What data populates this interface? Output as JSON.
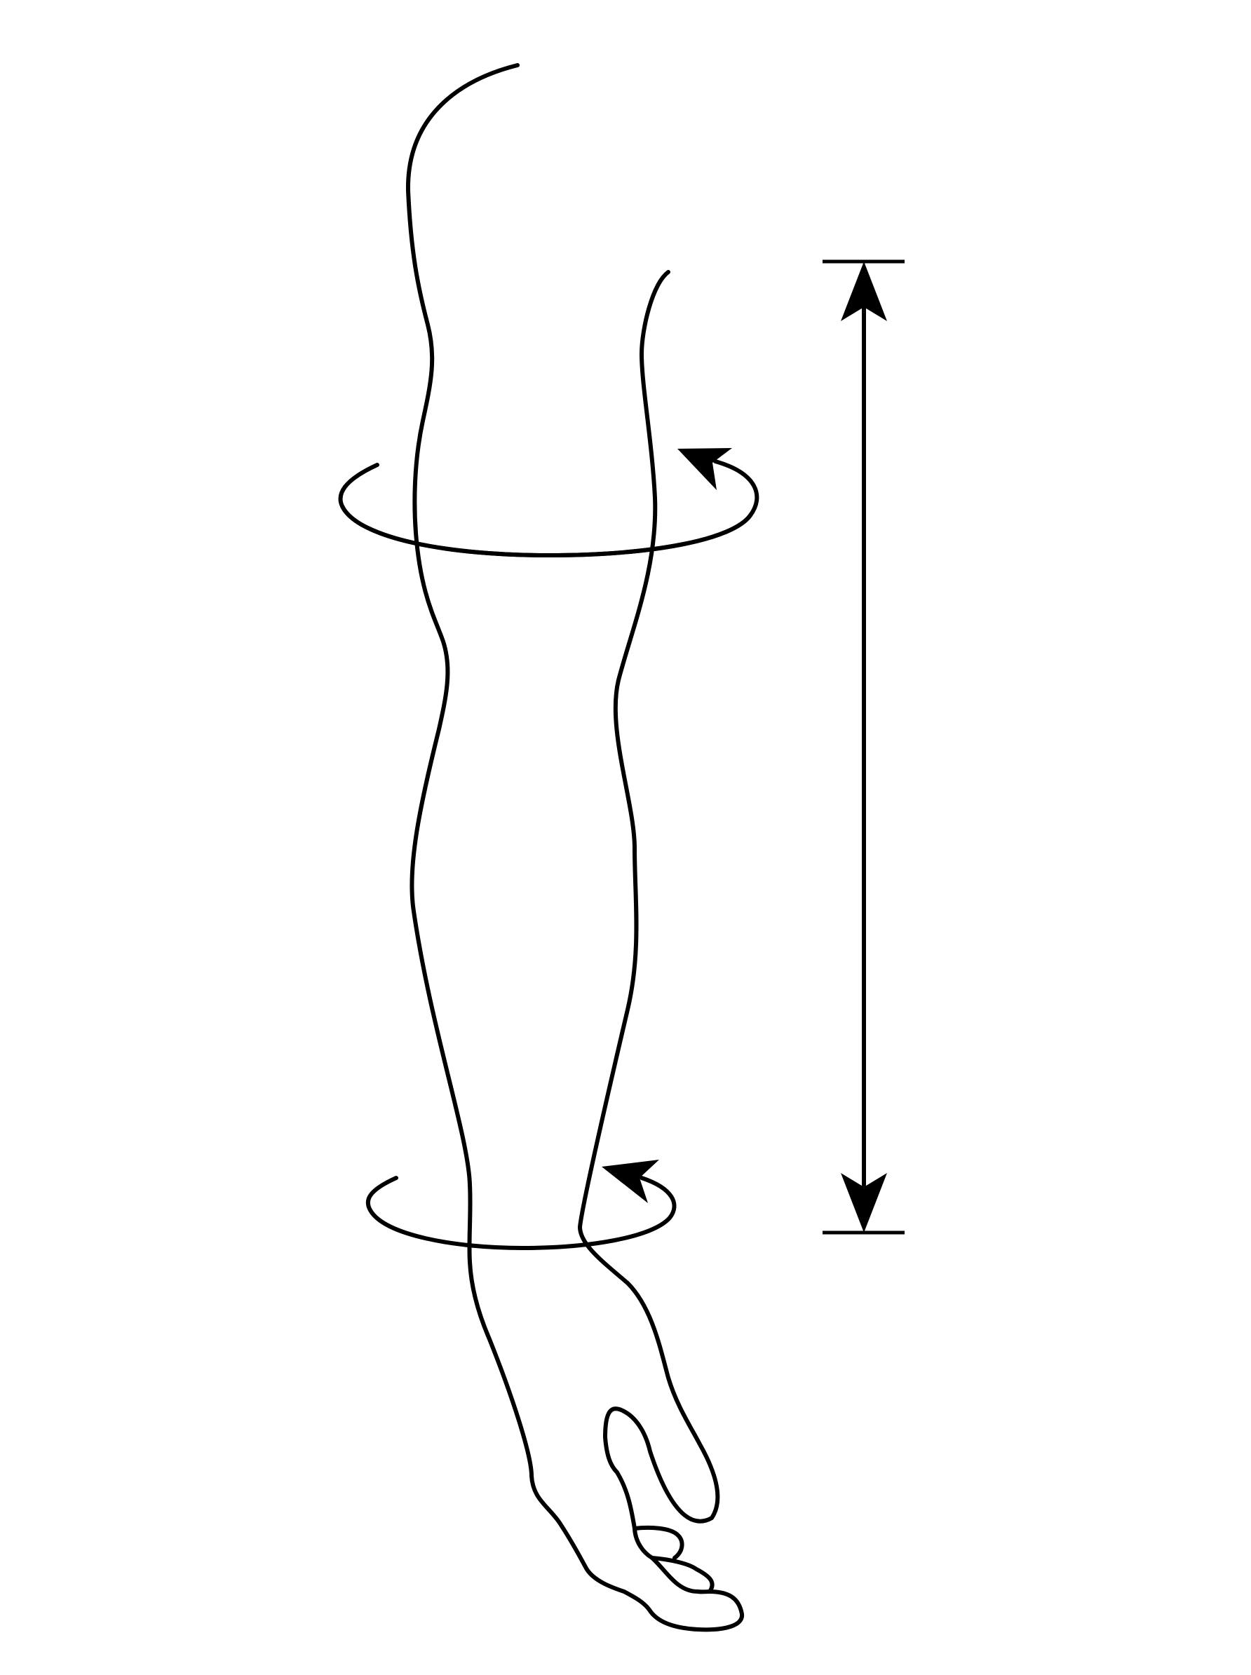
{
  "diagram": {
    "subject": "arm-measurement-guide",
    "colors": {
      "stroke": "#000000",
      "background": "#ffffff"
    },
    "elements": [
      "arm-outline",
      "hand-outline",
      "upper-circumference-loop",
      "lower-circumference-loop",
      "length-dimension-line"
    ]
  }
}
